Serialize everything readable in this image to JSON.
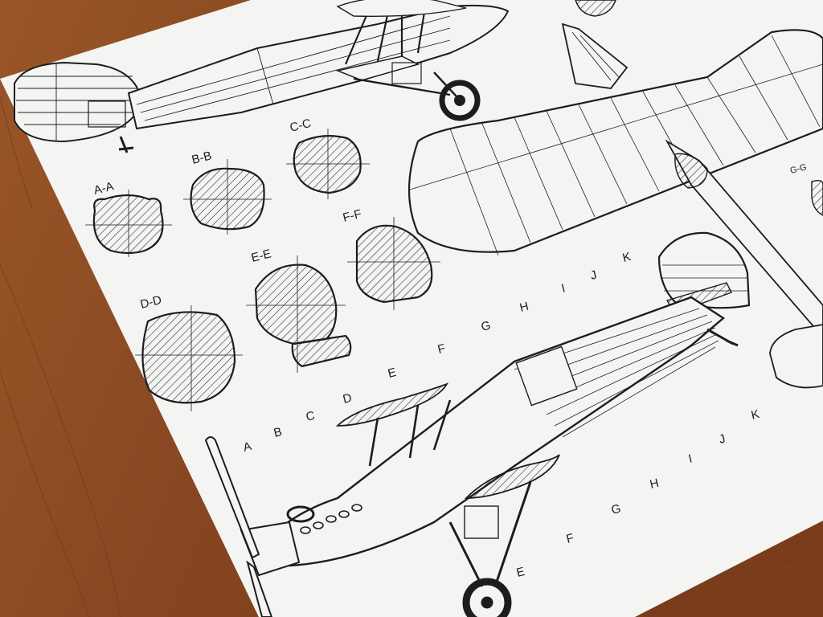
{
  "colors": {
    "table": "#8a4a24",
    "table_grain": "#6e3719",
    "paper": "#f4f4f2",
    "ink": "#1d1d1d"
  },
  "sections": [
    {
      "id": "a",
      "label": "A-A"
    },
    {
      "id": "b",
      "label": "B-B"
    },
    {
      "id": "c",
      "label": "C-C"
    },
    {
      "id": "d",
      "label": "D-D"
    },
    {
      "id": "e",
      "label": "E-E"
    },
    {
      "id": "f",
      "label": "F-F"
    },
    {
      "id": "g",
      "label": "G-G"
    }
  ],
  "stations_upper": [
    "E",
    "F",
    "G",
    "H",
    "I",
    "J",
    "K"
  ],
  "stations_lower": [
    "A",
    "B",
    "C",
    "D",
    "E",
    "F",
    "G",
    "H",
    "I",
    "J",
    "K"
  ]
}
